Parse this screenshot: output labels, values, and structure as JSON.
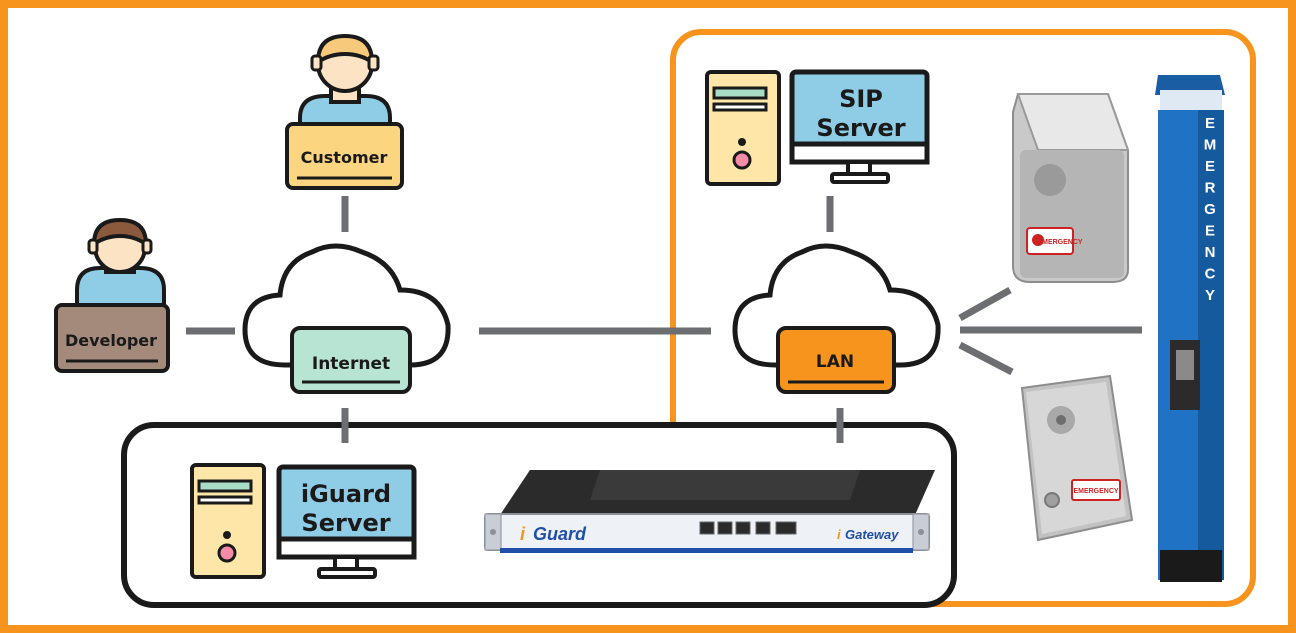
{
  "labels": {
    "customer": "Customer",
    "developer": "Developer",
    "internet": "Internet",
    "lan": "LAN",
    "sip_line1": "SIP",
    "sip_line2": "Server",
    "iguard_line1": "iGuard",
    "iguard_line2": "Server"
  },
  "device": {
    "brand_left_i": "i",
    "brand_left_rest": "Guard",
    "brand_right_i": "i",
    "brand_right_rest": "Gateway"
  },
  "emergency": {
    "tower_text": "EMERGENCY",
    "plate_text": "EMERGENCY"
  },
  "colors": {
    "frame": "#F7941D",
    "orange_box": "#F7941D",
    "dark_outline": "#1a1a1a",
    "line_gray": "#6d6e71",
    "person_skin": "#fbe3c4",
    "person_hair_customer": "#f7c97a",
    "person_hair_developer": "#8b5a3c",
    "shirt": "#8fcde6",
    "customer_box": "#fcd581",
    "developer_box": "#a48a7b",
    "internet_box": "#b7e4d3",
    "lan_box": "#F7941D",
    "monitor_screen": "#8fcde6",
    "tower_pc": "#fde6a7",
    "emergency_blue": "#1f72c4"
  }
}
